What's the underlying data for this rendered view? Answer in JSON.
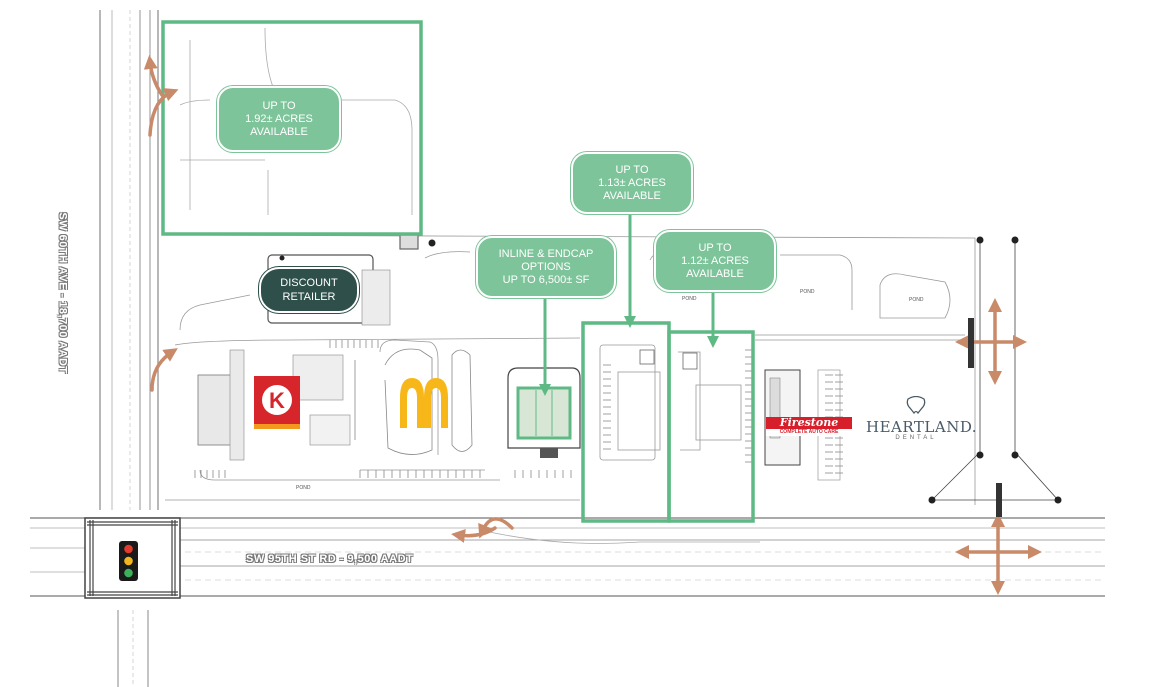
{
  "parcels": {
    "parcel_a": {
      "line1": "UP TO",
      "line2": "1.92± ACRES",
      "line3": "AVAILABLE"
    },
    "parcel_b": {
      "line1": "UP TO",
      "line2": "1.13± ACRES",
      "line3": "AVAILABLE"
    },
    "parcel_c": {
      "line1": "UP TO",
      "line2": "1.12± ACRES",
      "line3": "AVAILABLE"
    },
    "inline": {
      "line1": "INLINE & ENDCAP",
      "line2": "OPTIONS",
      "line3": "UP TO 6,500± SF"
    }
  },
  "discount_retailer": {
    "line1": "DISCOUNT",
    "line2": "RETAILER"
  },
  "roads": {
    "west_road": "SW 60TH AVE - 18,700 AADT",
    "south_road": "SW 95TH ST RD - 9,500 AADT"
  },
  "tenants": {
    "circle_k": "K",
    "mcdonalds": "M",
    "firestone_name": "Firestone",
    "firestone_sub": "COMPLETE AUTO CARE",
    "heartland_name": "HEARTLAND.",
    "heartland_sub": "DENTAL"
  },
  "ponds": [
    "POND",
    "POND",
    "POND",
    "POND"
  ],
  "colors": {
    "parcel_green": "#5fb985",
    "callout_green": "#7ec49a",
    "discount_dark": "#2e4f4a",
    "access_arrow": "#c98a6a",
    "circle_k_red": "#d6262b",
    "mcdonalds_yellow": "#f7b718",
    "firestone_red": "#d71f2b"
  },
  "icons": [
    "traffic-signal-icon",
    "access-arrow-icon",
    "tooth-icon"
  ]
}
